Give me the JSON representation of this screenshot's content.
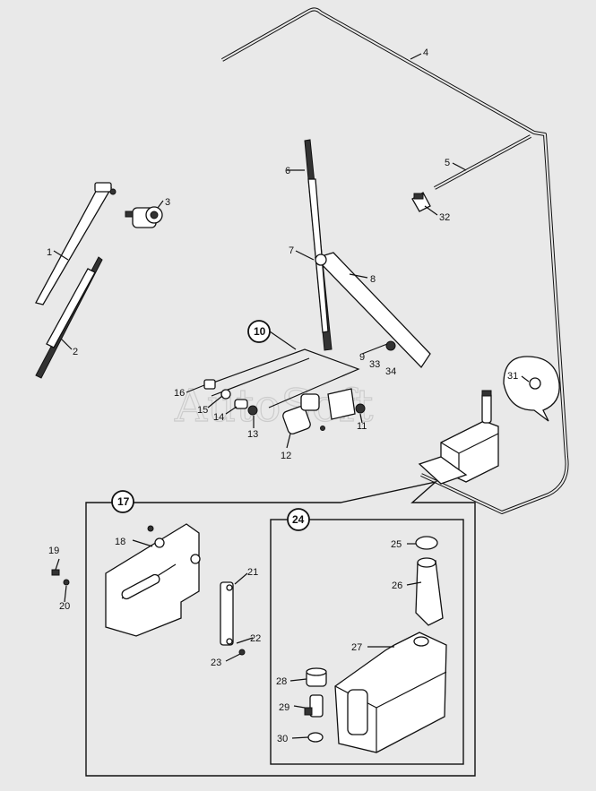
{
  "watermark": "AutoSoft",
  "callouts": [
    {
      "id": "c1",
      "label": "1"
    },
    {
      "id": "c2",
      "label": "2"
    },
    {
      "id": "c3",
      "label": "3"
    },
    {
      "id": "c4",
      "label": "4"
    },
    {
      "id": "c5",
      "label": "5"
    },
    {
      "id": "c6",
      "label": "6"
    },
    {
      "id": "c7",
      "label": "7"
    },
    {
      "id": "c8",
      "label": "8"
    },
    {
      "id": "c9",
      "label": "9"
    },
    {
      "id": "c11",
      "label": "11"
    },
    {
      "id": "c12",
      "label": "12"
    },
    {
      "id": "c13",
      "label": "13"
    },
    {
      "id": "c14",
      "label": "14"
    },
    {
      "id": "c15",
      "label": "15"
    },
    {
      "id": "c16",
      "label": "16"
    },
    {
      "id": "c18",
      "label": "18"
    },
    {
      "id": "c19",
      "label": "19"
    },
    {
      "id": "c20",
      "label": "20"
    },
    {
      "id": "c21",
      "label": "21"
    },
    {
      "id": "c22",
      "label": "22"
    },
    {
      "id": "c23",
      "label": "23"
    },
    {
      "id": "c25",
      "label": "25"
    },
    {
      "id": "c26",
      "label": "26"
    },
    {
      "id": "c27",
      "label": "27"
    },
    {
      "id": "c28",
      "label": "28"
    },
    {
      "id": "c29",
      "label": "29"
    },
    {
      "id": "c30",
      "label": "30"
    },
    {
      "id": "c31",
      "label": "31"
    },
    {
      "id": "c32",
      "label": "32"
    },
    {
      "id": "c33",
      "label": "33"
    },
    {
      "id": "c34",
      "label": "34"
    }
  ],
  "groups": {
    "g10": "10",
    "g17": "17",
    "g24": "24"
  }
}
